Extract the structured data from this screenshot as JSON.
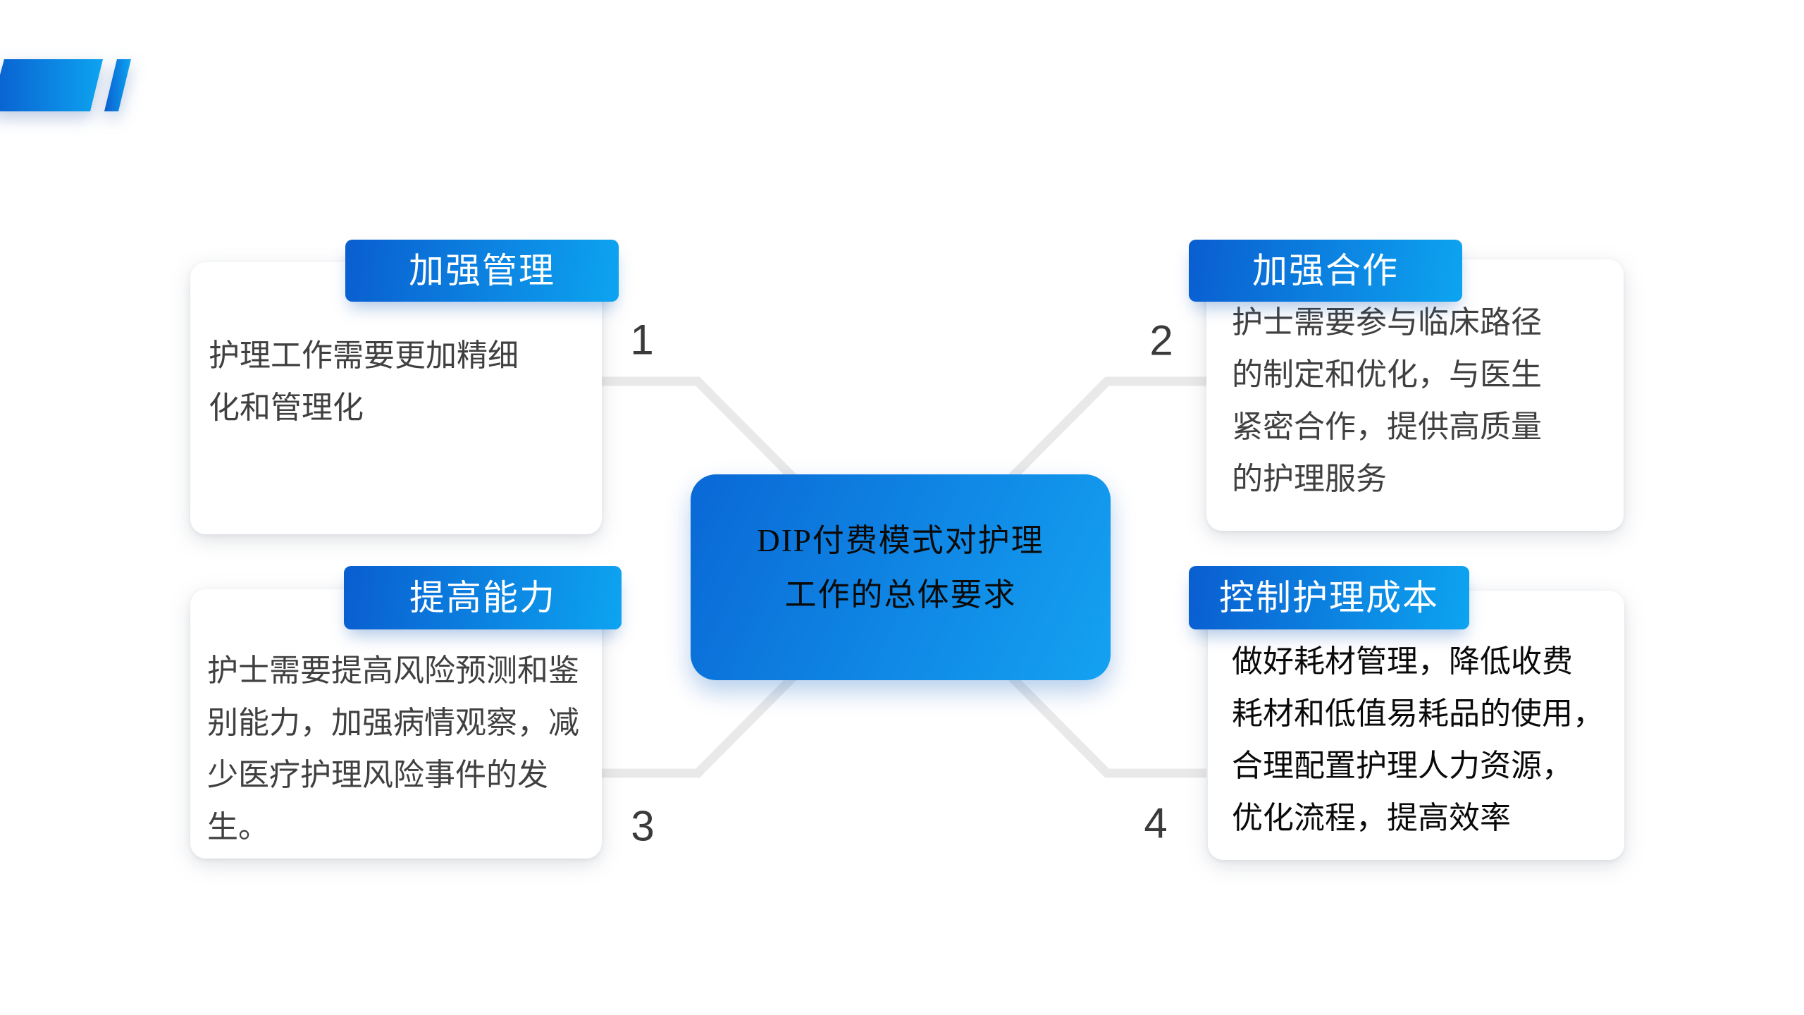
{
  "slide": {
    "background": "#ffffff",
    "center": {
      "text": "DIP付费模式对护理\n工作的总体要求"
    },
    "nodes": [
      {
        "number": "1",
        "title": "加强管理",
        "body": "护理工作需要更加精细\n化和管理化"
      },
      {
        "number": "2",
        "title": "加强合作",
        "body": "护士需要参与临床路径\n的制定和优化，与医生\n紧密合作，提供高质量\n的护理服务"
      },
      {
        "number": "3",
        "title": "提高能力",
        "body": "护士需要提高风险预测和鉴\n别能力，加强病情观察，减\n少医疗护理风险事件的发生。"
      },
      {
        "number": "4",
        "title": "控制护理成本",
        "body": "做好耗材管理，降低收费\n耗材和低值易耗品的使用，\n合理配置护理人力资源，\n优化流程，提高效率"
      }
    ],
    "colors": {
      "accent_dark": "#0a5ed0",
      "accent_light": "#0da4f0",
      "center_dark": "#0a68d6",
      "center_light": "#14a2f1",
      "connector": "#e9e9e9",
      "body_text": "#404040",
      "emphasis_text": "#0a0a0a",
      "number_text": "#3a3a3a",
      "header_text": "#ffffff"
    }
  }
}
